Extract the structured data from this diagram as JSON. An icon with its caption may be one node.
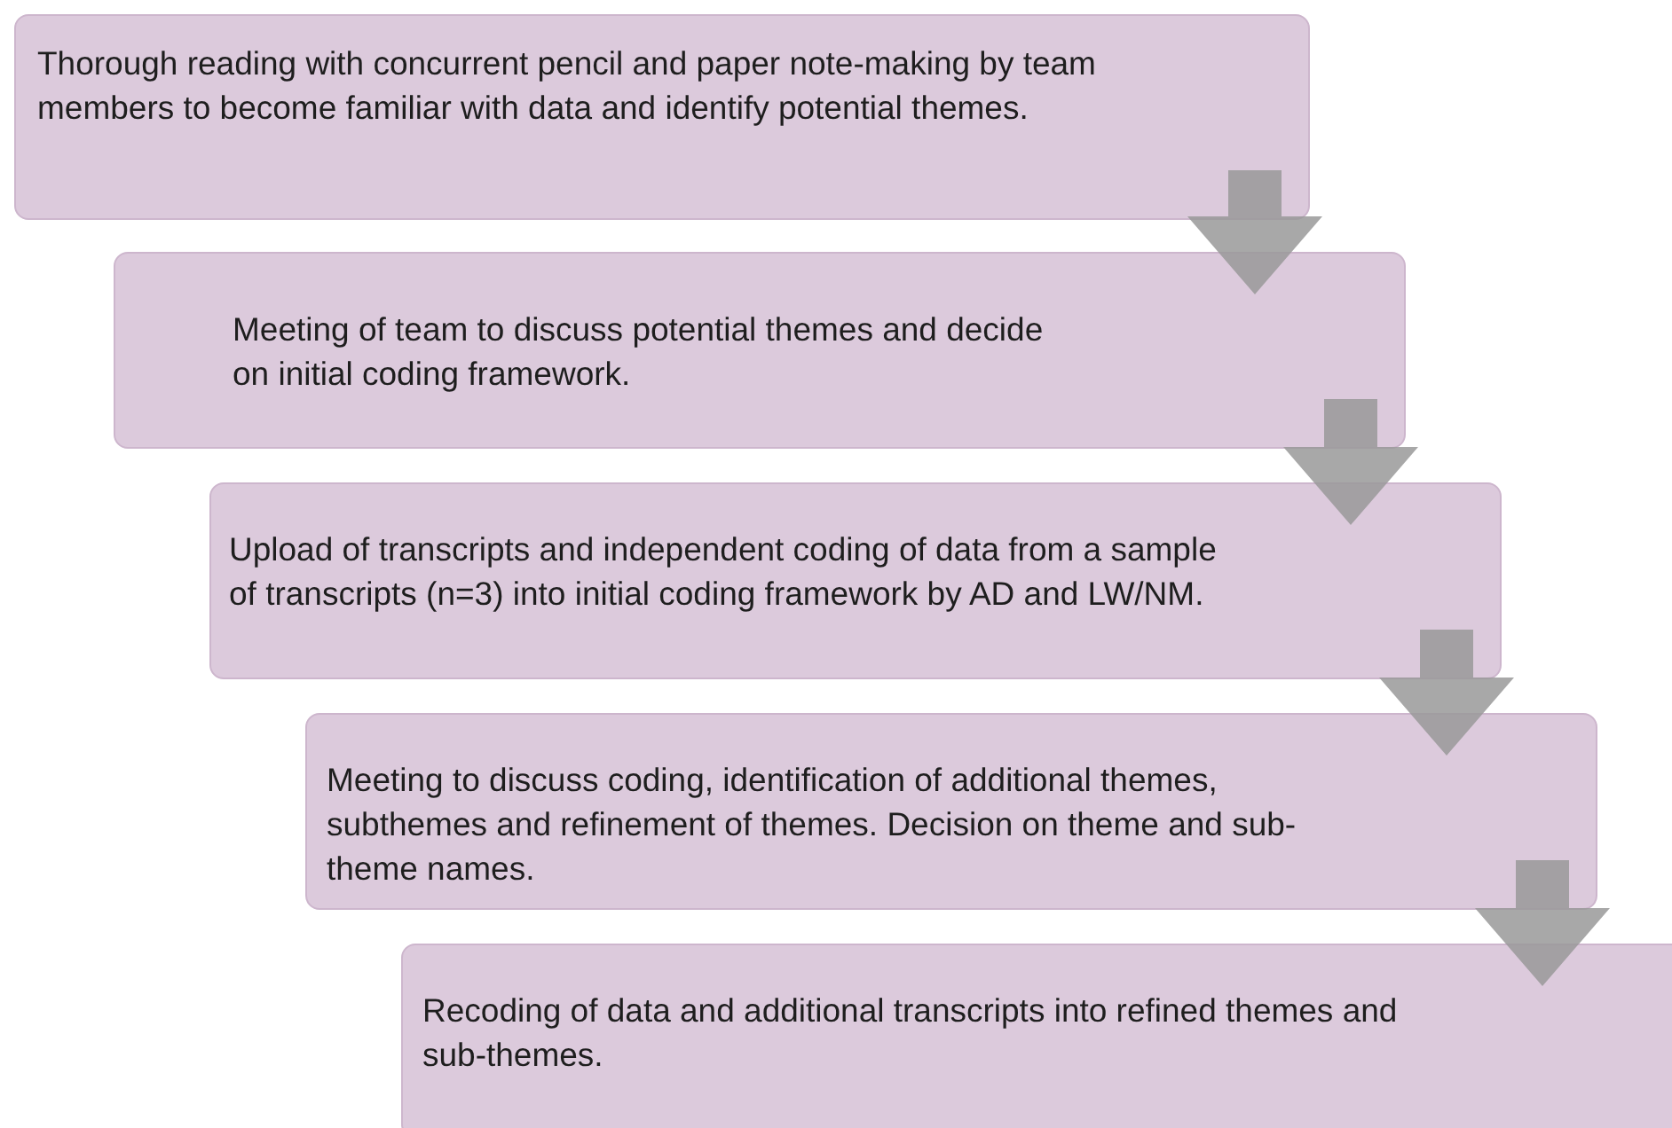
{
  "diagram": {
    "nodes": [
      {
        "text": [
          "Thorough reading with concurrent pencil and paper note-making by team members to become familiar with data and identify potential themes."
        ]
      },
      {
        "text": [
          "Meeting of team to discuss potential themes and decide on initial coding framework."
        ]
      },
      {
        "text": [
          "Upload of transcripts and independent coding of data from a sample of transcripts (n=3) into initial coding framework by AD and LW/NM."
        ]
      },
      {
        "text": [
          "Meeting to discuss coding, identification of additional themes, subthemes and refinement of themes. Decision on theme and sub-theme names."
        ]
      },
      {
        "text": [
          "Recoding of data and additional transcripts into refined themes and sub-themes."
        ]
      }
    ],
    "edges": [
      {
        "from": 0,
        "to": 1,
        "arrow": "to"
      },
      {
        "from": 1,
        "to": 2,
        "arrow": "to"
      },
      {
        "from": 2,
        "to": 3,
        "arrow": "to"
      },
      {
        "from": 3,
        "to": 4,
        "arrow": "to"
      }
    ]
  }
}
